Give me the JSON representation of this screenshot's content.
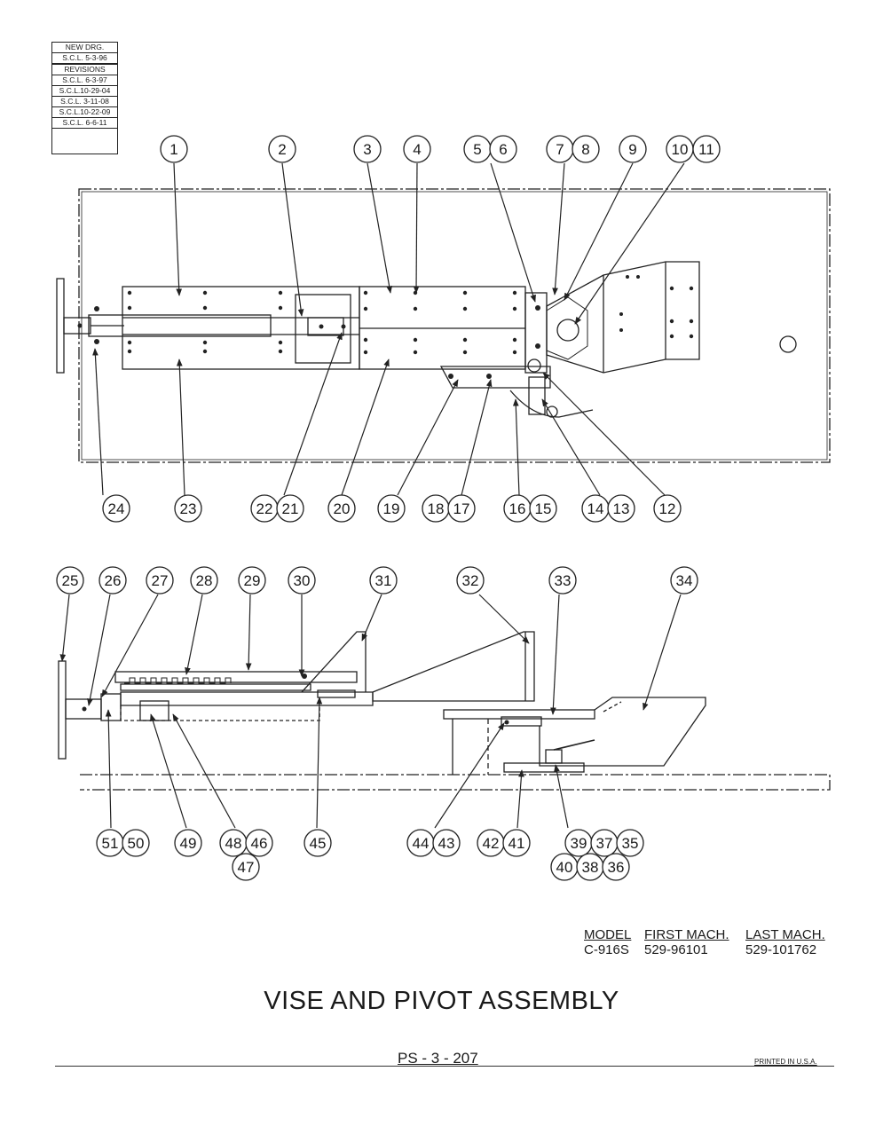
{
  "revisions": {
    "new_drawing": [
      "NEW DRG.",
      "S.C.L. 5-3-96"
    ],
    "header": "REVISIONS",
    "entries": [
      "S.C.L. 6-3-97",
      "S.C.L.10-29-04",
      "S.C.L. 3-11-08",
      "S.C.L.10-22-09",
      "S.C.L. 6-6-11"
    ]
  },
  "callouts": {
    "top_row_upper": [
      "1",
      "2",
      "3",
      "4",
      "5",
      "6",
      "7",
      "8",
      "9",
      "10",
      "11"
    ],
    "top_row_lower": [
      "24",
      "23",
      "22",
      "21",
      "20",
      "19",
      "18",
      "17",
      "16",
      "15",
      "14",
      "13",
      "12"
    ],
    "bottom_row_upper": [
      "25",
      "26",
      "27",
      "28",
      "29",
      "30",
      "31",
      "32",
      "33",
      "34"
    ],
    "bottom_row_lower": [
      "51",
      "50",
      "49",
      "48",
      "46",
      "47",
      "45",
      "44",
      "43",
      "42",
      "41",
      "39",
      "37",
      "35",
      "40",
      "38",
      "36"
    ]
  },
  "model_table": {
    "headers": [
      "MODEL",
      "FIRST MACH.",
      "LAST MACH."
    ],
    "row": [
      "C-916S",
      "529-96101",
      "529-101762"
    ]
  },
  "title": "VISE AND PIVOT ASSEMBLY",
  "page_number": "PS - 3 - 207",
  "printed": "PRINTED IN U.S.A."
}
